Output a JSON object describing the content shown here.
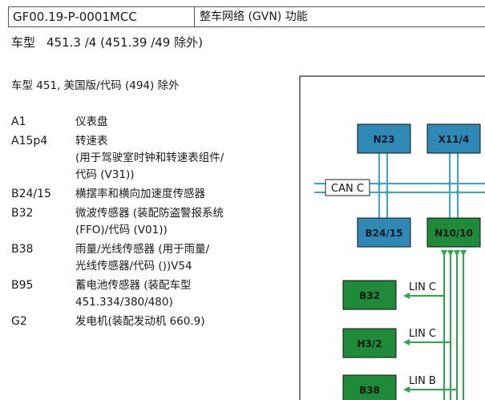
{
  "header": {
    "code": "GF00.19-P-0001MCC",
    "title": "整车网络 (GVN) 功能"
  },
  "model_line": {
    "label": "车型",
    "value": "451.3 /4 (451.39 /49 除外)"
  },
  "subtitle": "车型 451, 美国版/代码 (494) 除外",
  "legend": [
    {
      "code": "A1",
      "lines": [
        "仪表盘"
      ]
    },
    {
      "code": "A15p4",
      "lines": [
        "转速表",
        "(用于驾驶室时钟和转速表组件/",
        "代码 (V31))"
      ]
    },
    {
      "code": "B24/15",
      "lines": [
        "横摆率和横向加速度传感器"
      ]
    },
    {
      "code": "B32",
      "lines": [
        "微波传感器 (装配防盗警报系统",
        "(FFO)/代码 (V01))"
      ]
    },
    {
      "code": "B38",
      "lines": [
        "雨量/光线传感器 (用于雨量/",
        "光线传感器/代码 ())V54"
      ]
    },
    {
      "code": "B95",
      "lines": [
        "蓄电池传感器 (装配车型",
        "451.334/380/480)"
      ]
    },
    {
      "code": "G2",
      "lines": [
        "发电机(装配发动机 660.9)"
      ]
    }
  ],
  "diagram": {
    "colors": {
      "can_box": "#2e8ab5",
      "lin_box": "#1f8a3a",
      "can_line": "#3aa6cf",
      "lin_line": "#2aa84a"
    },
    "boxes": {
      "n23": "N23",
      "x11_4": "X11/4",
      "b24_15": "B24/15",
      "n10_10": "N10/10",
      "b32": "B32",
      "h3_2": "H3/2",
      "b38": "B38"
    },
    "bus_labels": {
      "can": "CAN C",
      "lin_b32": "LIN C",
      "lin_h3": "LIN C",
      "lin_b38": "LIN B"
    }
  }
}
